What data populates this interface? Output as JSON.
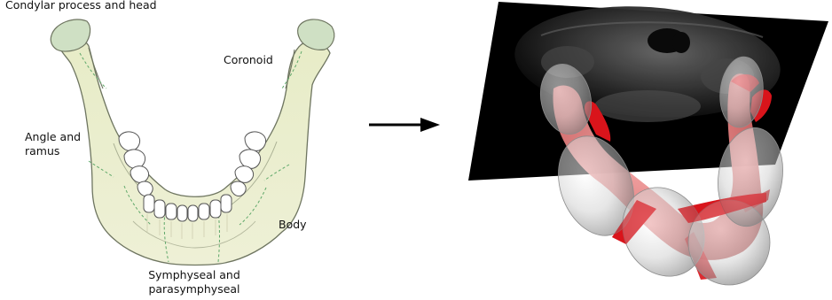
{
  "labels": {
    "condylar": "Condylar process and head",
    "coronoid": "Coronoid",
    "angle_line1": "Angle and",
    "angle_line2": "ramus",
    "body": "Body",
    "symph_line1": "Symphyseal and",
    "symph_line2": "parasymphyseal"
  },
  "colors": {
    "bone_fill": "#eaedcf",
    "bone_stroke": "#6e7560",
    "condyle_fill": "#cfe0c4",
    "region_line": "#5fa86a",
    "ct_background": "#000000",
    "fracture_red": "#d9141b",
    "ellipsoid_gray": "#c9c9c9"
  },
  "icons": {
    "arrow": "right-arrow-icon"
  }
}
